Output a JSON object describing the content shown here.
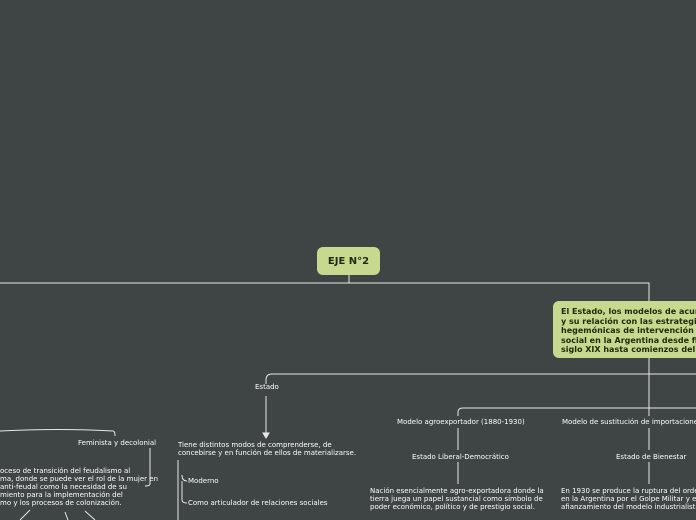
{
  "root": {
    "title": "EJE N°2"
  },
  "main_topic": {
    "lines": [
      "El Estado, los modelos de acum",
      "y su relación con las estrategi",
      "hegemónicas de intervención",
      "social en la Argentina desde fi",
      "siglo XIX hasta comienzos del"
    ]
  },
  "nodes": {
    "estado": "Estado",
    "estado_desc": [
      "Tiene distintos modos de comprenderse, de",
      "concebirse y en función de ellos de materializarse."
    ],
    "moderno": "Moderno",
    "articulador": "Como articulador de relaciones sociales",
    "feminista": "Feminista y decolonial",
    "feminista_desc": [
      "oceso de transición del feudalismo al",
      "ma, donde se puede ver el rol de la mujer en",
      "anti-feudal como la necesidad de su",
      "miento para la implementación del",
      "mo y los procesos de colonización."
    ],
    "modelo_agro": "Modelo agroexportador (1880-1930)",
    "estado_liberal": "Estado Liberal-Democrático",
    "nacion_desc": [
      "Nación esencialmente agro-exportadora donde la",
      "tierra juega un papel sustancial como símbolo de",
      "poder económico, político y de prestigio social."
    ],
    "modelo_sust": "Modelo de sustitución de importaciones (",
    "estado_bienestar": "Estado de Bienestar",
    "bienestar_desc": [
      "En 1930 se produce la ruptura del orden",
      "en la Argentina por el Golpe Militar y el",
      "afianzamiento del modelo industrialista."
    ]
  },
  "colors": {
    "background": "#3f4444",
    "topic_fill": "#c6d98f",
    "line": "#e8e8e8"
  }
}
